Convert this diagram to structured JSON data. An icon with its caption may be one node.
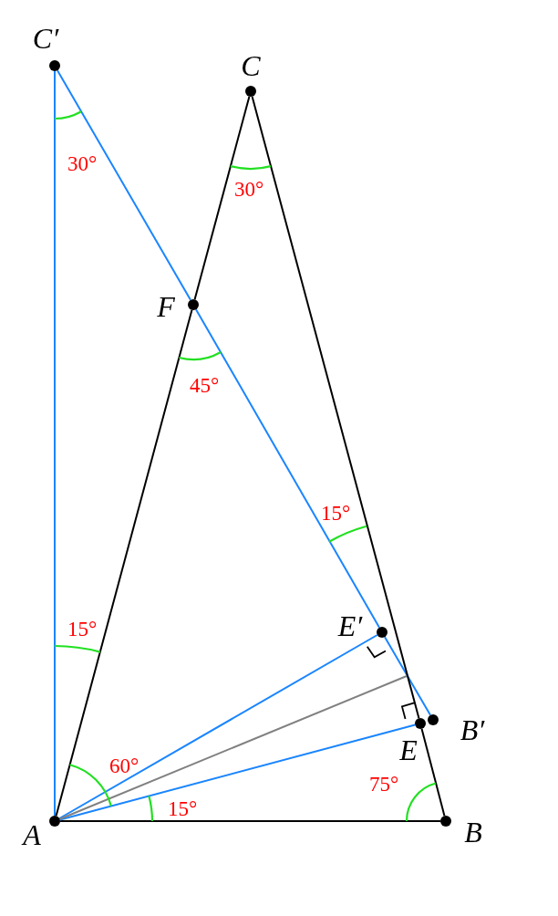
{
  "diagram": {
    "nodes": [
      {
        "text": [
          "C′"
        ]
      },
      {
        "text": [
          "C"
        ]
      },
      {
        "text": [
          "F"
        ]
      },
      {
        "text": [
          "E′"
        ]
      },
      {
        "text": [
          "B′"
        ]
      },
      {
        "text": [
          "E"
        ]
      },
      {
        "text": [
          "A"
        ]
      },
      {
        "text": [
          "B"
        ]
      }
    ],
    "edges": [
      {
        "from": 6,
        "to": 0,
        "arrow": "none",
        "color": "#1a85ff"
      },
      {
        "from": 0,
        "to": 2,
        "arrow": "none",
        "color": "#1a85ff"
      },
      {
        "from": 2,
        "to": 3,
        "arrow": "none",
        "color": "#1a85ff"
      },
      {
        "from": 3,
        "to": 4,
        "arrow": "none",
        "color": "#1a85ff"
      },
      {
        "from": 6,
        "to": 2,
        "arrow": "none",
        "color": "#000000"
      },
      {
        "from": 2,
        "to": 1,
        "arrow": "none",
        "color": "#000000"
      },
      {
        "from": 1,
        "to": 5,
        "arrow": "none",
        "color": "#000000"
      },
      {
        "from": 5,
        "to": 7,
        "arrow": "none",
        "color": "#000000"
      },
      {
        "from": 6,
        "to": 7,
        "arrow": "none",
        "color": "#000000"
      },
      {
        "from": 6,
        "to": 3,
        "arrow": "none",
        "color": "#1a85ff"
      },
      {
        "from": 6,
        "to": 5,
        "arrow": "none",
        "color": "#1a85ff"
      },
      {
        "from": 6,
        "to": null,
        "arrow": "none",
        "color": "#808080"
      }
    ],
    "labels": [
      "30°",
      "30°",
      "45°",
      "15°",
      "15°",
      "60°",
      "15°",
      "75°"
    ]
  }
}
